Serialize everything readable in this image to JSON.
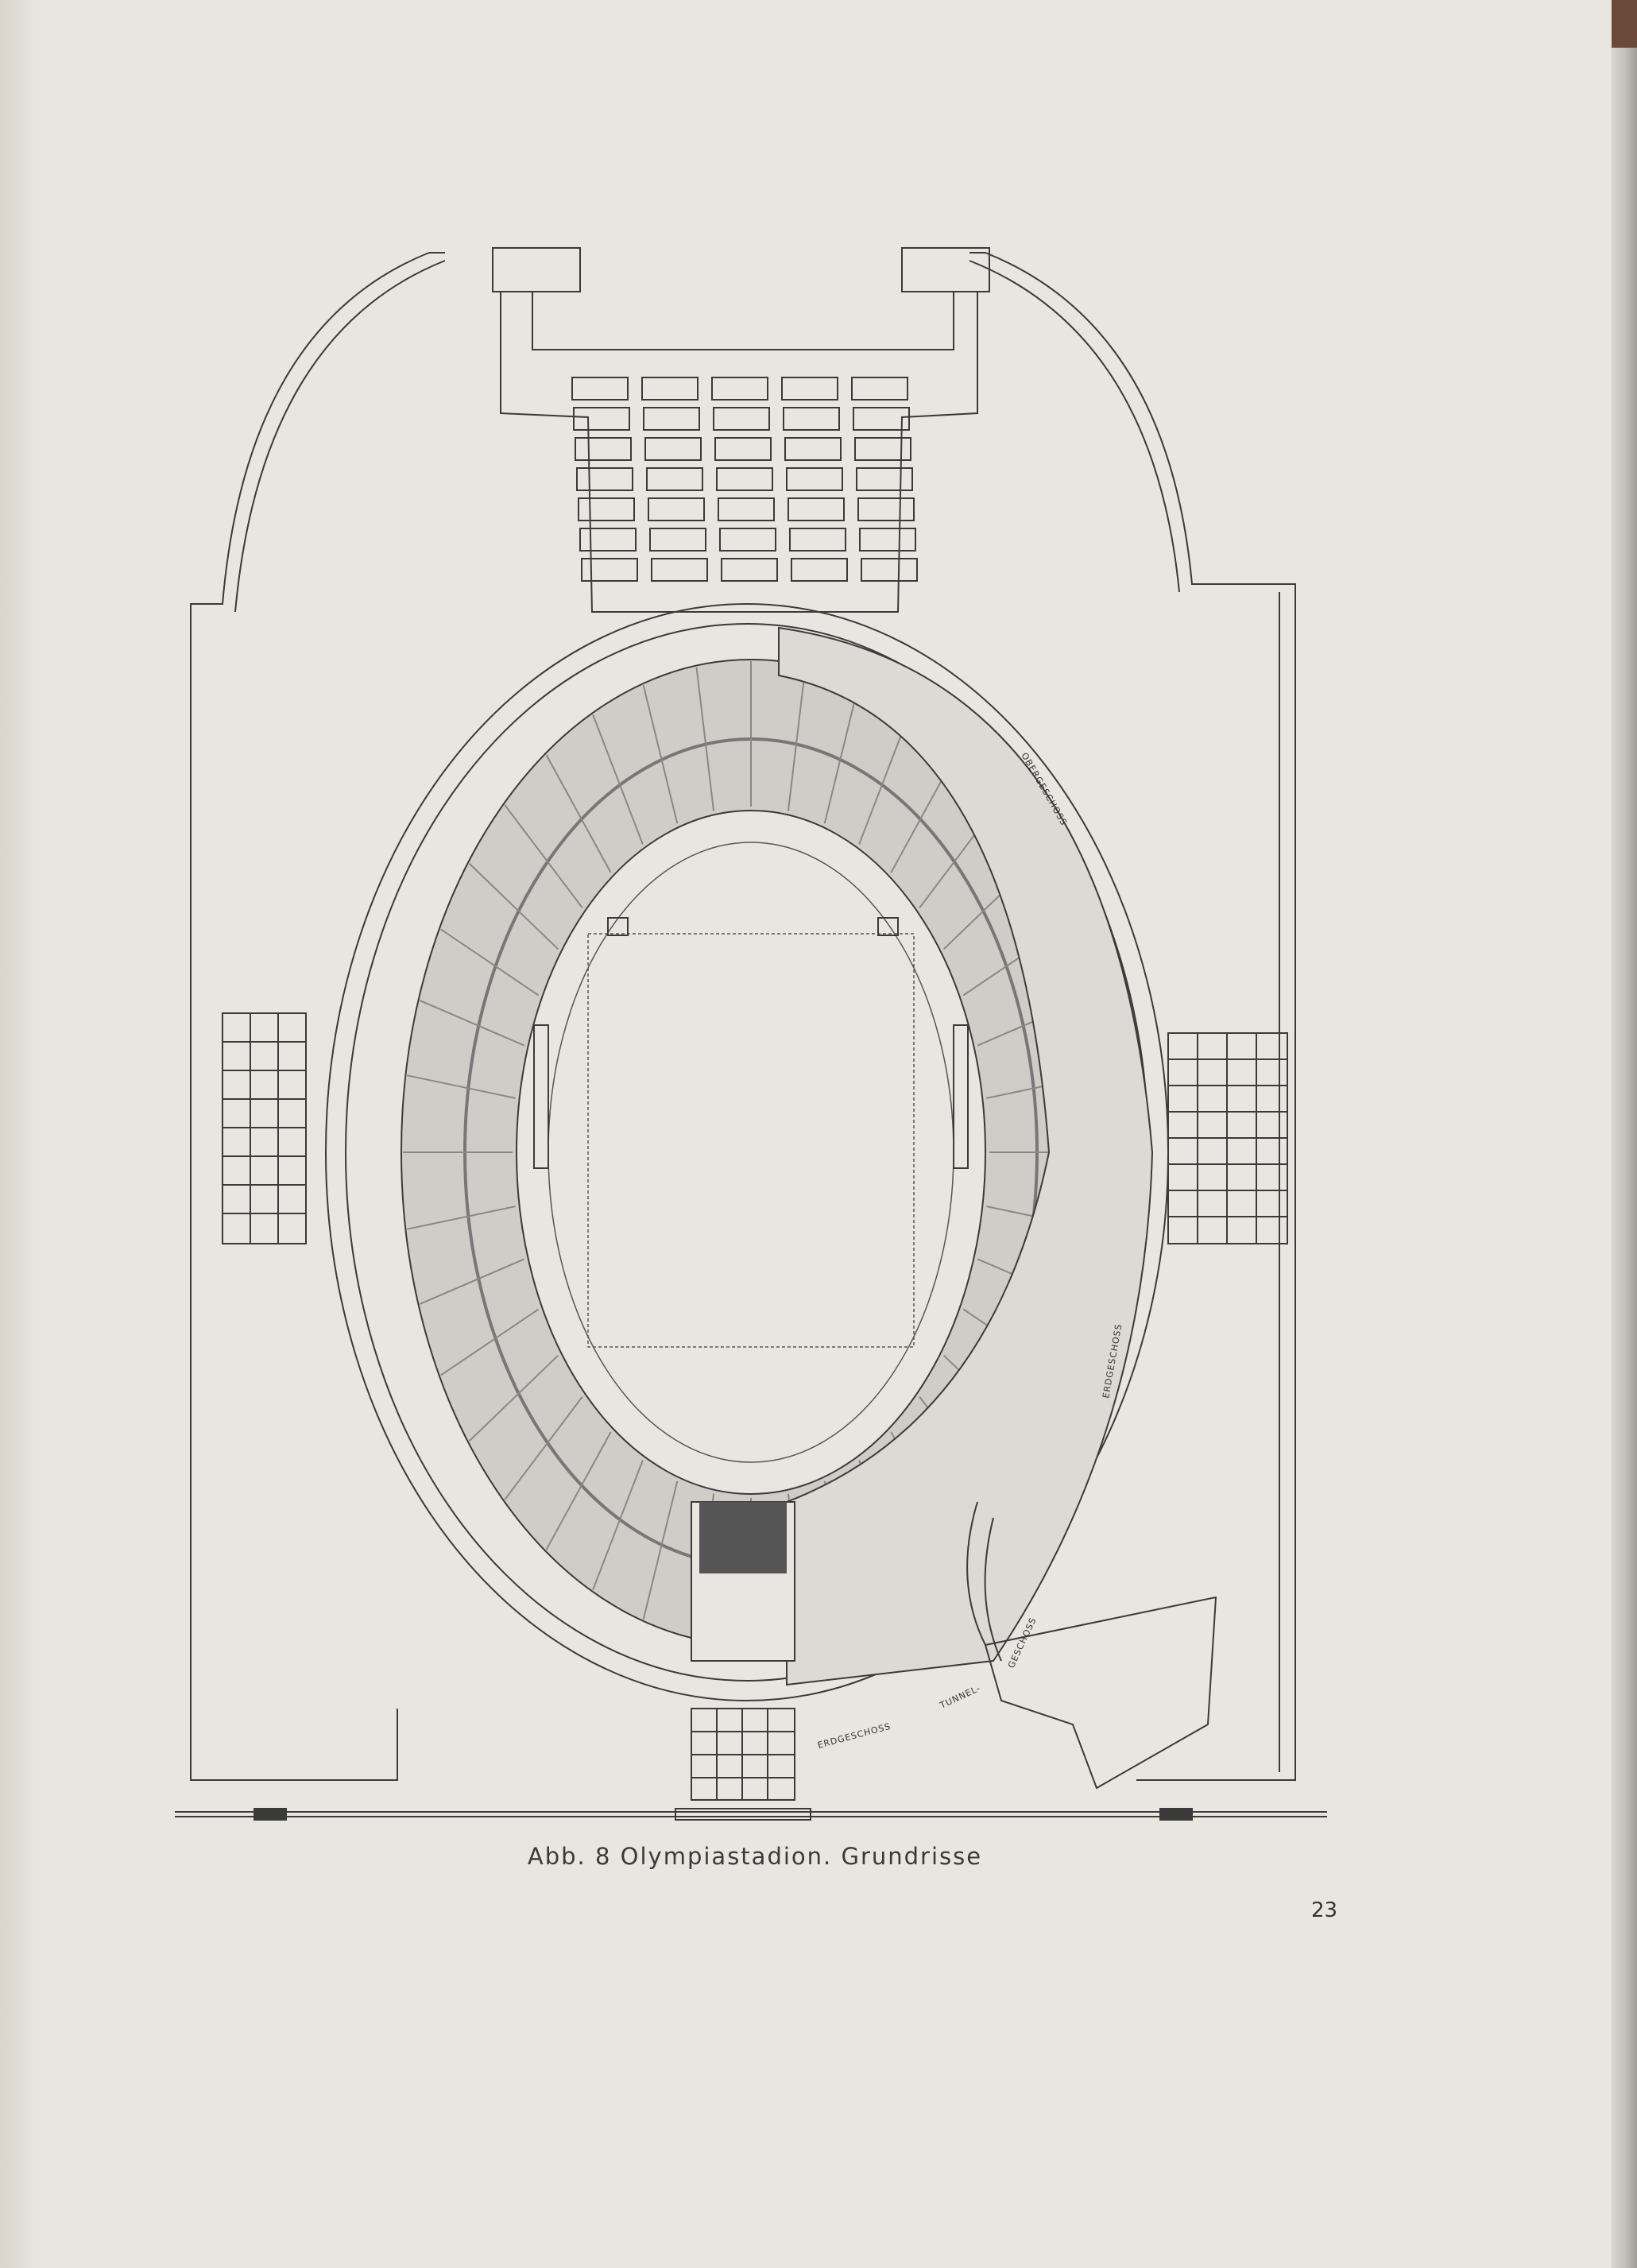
{
  "caption": "Abb. 8 Olympiastadion. Grundrisse",
  "page_number": "23",
  "plan_labels": {
    "obergeschoss": "OBERGESCHOSS",
    "erdgeschoss_right": "ERDGESCHOSS",
    "geschoss": "GESCHOSS",
    "tunnel": "TUNNEL-",
    "erdgeschoss_bottom": "ERDGESCHOSS"
  },
  "colors": {
    "paper": "#e8e6e0",
    "ink": "#3a3a3a",
    "seating": "#cfcdc8"
  }
}
